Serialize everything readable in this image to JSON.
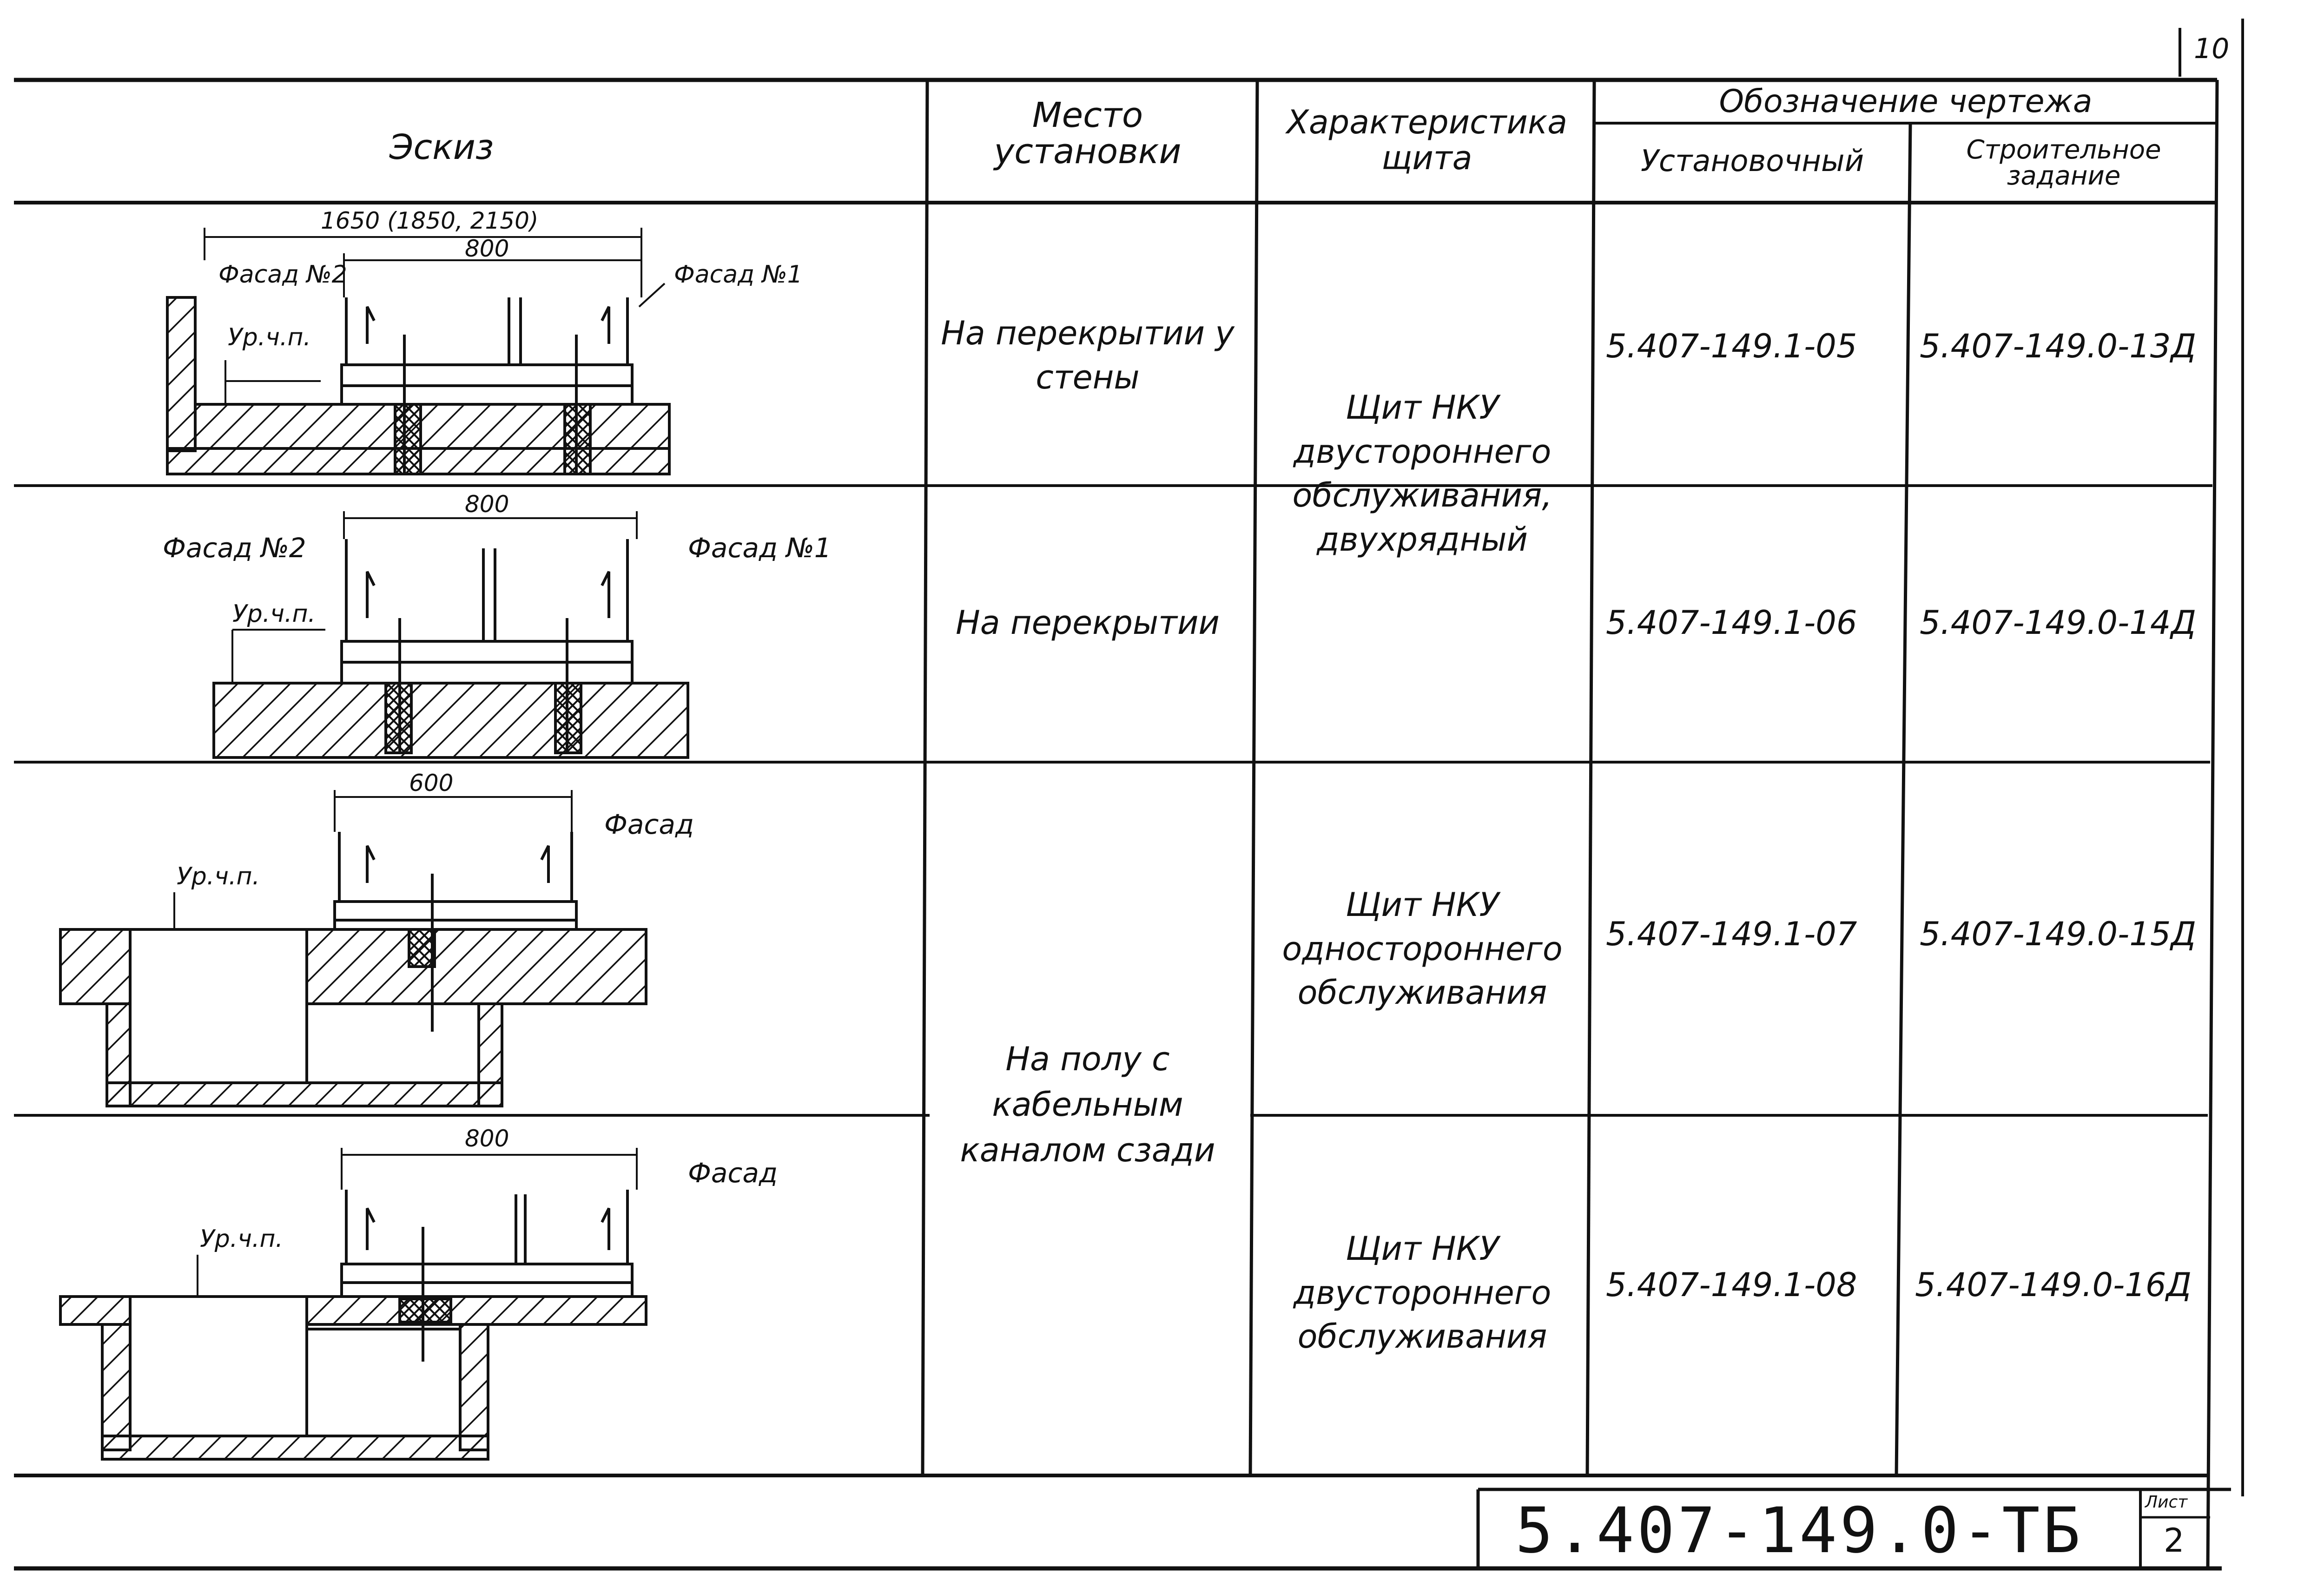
{
  "page_number": "10",
  "headers": {
    "sketch": "Эскиз",
    "place": "Место установки",
    "characteristic": "Характеристика щита",
    "designation": "Обозначение чертежа",
    "installation": "Установочный",
    "construction": "Строительное задание"
  },
  "rows": [
    {
      "place": "На перекрытии у стены",
      "installation_code": "5.407-149.1-05",
      "construction_code": "5.407-149.0-13Д",
      "sketch": {
        "dim_overall": "1650 (1850, 2150)",
        "dim_inner": "800",
        "facade_left": "Фасад №2",
        "facade_right": "Фасад №1",
        "level": "Ур.ч.п."
      }
    },
    {
      "place": "На перекрытии",
      "installation_code": "5.407-149.1-06",
      "construction_code": "5.407-149.0-14Д",
      "sketch": {
        "dim_inner": "800",
        "facade_left": "Фасад №2",
        "facade_right": "Фасад №1",
        "level": "Ур.ч.п."
      }
    },
    {
      "installation_code": "5.407-149.1-07",
      "construction_code": "5.407-149.0-15Д",
      "sketch": {
        "dim_inner": "600",
        "facade_right": "Фасад",
        "level": "Ур.ч.п."
      }
    },
    {
      "installation_code": "5.407-149.1-08",
      "construction_code": "5.407-149.0-16Д",
      "sketch": {
        "dim_inner": "800",
        "facade_right": "Фасад",
        "level": "Ур.ч.п."
      }
    }
  ],
  "merged": {
    "characteristic_1": "Щит НКУ двустороннего обслуживания, двухрядный",
    "characteristic_3": "Щит НКУ одностороннего обслуживания",
    "characteristic_4": "Щит НКУ двустороннего обслуживания",
    "place_3_4": "На полу с кабельным каналом сзади"
  },
  "title_block": {
    "document_code": "5.407-149.0-ТБ",
    "sheet_label": "Лист",
    "sheet_number": "2"
  }
}
